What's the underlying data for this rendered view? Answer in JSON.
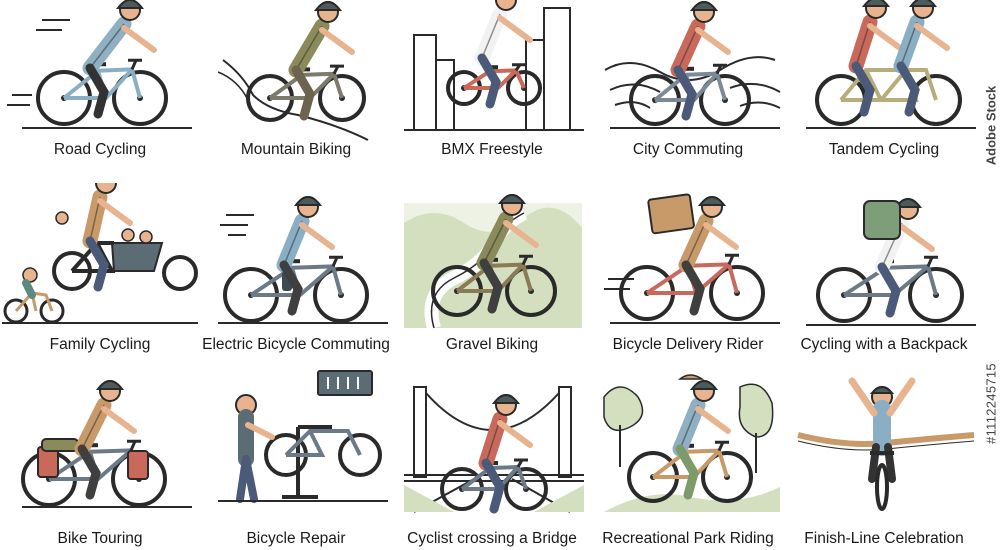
{
  "cells": [
    {
      "label": "Road Cycling",
      "icon": "road-cycling-illustration"
    },
    {
      "label": "Mountain Biking",
      "icon": "mountain-biking-illustration"
    },
    {
      "label": "BMX Freestyle",
      "icon": "bmx-freestyle-illustration"
    },
    {
      "label": "City Commuting",
      "icon": "city-commuting-illustration"
    },
    {
      "label": "Tandem Cycling",
      "icon": "tandem-cycling-illustration"
    },
    {
      "label": "Family Cycling",
      "icon": "family-cycling-illustration"
    },
    {
      "label": "Electric Bicycle Commuting",
      "icon": "electric-bicycle-illustration"
    },
    {
      "label": "Gravel Biking",
      "icon": "gravel-biking-illustration"
    },
    {
      "label": "Bicycle Delivery Rider",
      "icon": "delivery-rider-illustration"
    },
    {
      "label": "Cycling with a Backpack",
      "icon": "backpack-cycling-illustration"
    },
    {
      "label": "Bike Touring",
      "icon": "bike-touring-illustration"
    },
    {
      "label": "Bicycle Repair",
      "icon": "bicycle-repair-illustration"
    },
    {
      "label": "Cyclist crossing a Bridge",
      "icon": "bridge-crossing-illustration"
    },
    {
      "label": "Recreational Park Riding",
      "icon": "park-riding-illustration"
    },
    {
      "label": "Finish-Line Celebration",
      "icon": "finish-line-illustration"
    }
  ],
  "watermark": {
    "brand": "Adobe Stock",
    "asset_id": "#1112245715"
  },
  "colors": {
    "outline": "#2a2a2a",
    "jersey_blue": "#8aaec4",
    "jersey_red": "#c9695c",
    "olive": "#8a8a5a",
    "tan": "#c89a6a",
    "green_bg": "#d3dfbe",
    "teal": "#5d8a80",
    "skin": "#e7b48f"
  }
}
